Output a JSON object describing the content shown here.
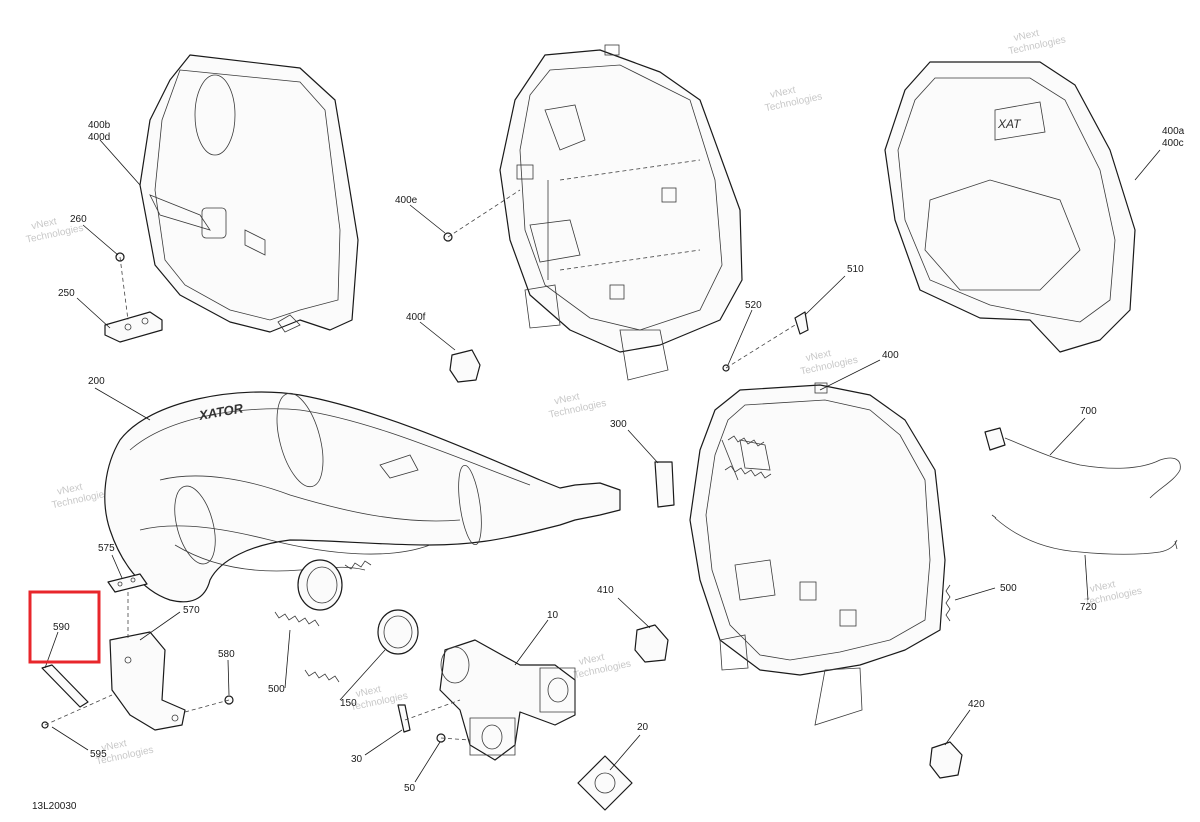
{
  "diagram_code": "13L20030",
  "highlight_color": "#e8262b",
  "watermark_lines": [
    "vNext",
    "Technologies"
  ],
  "callouts": {
    "c400b": "400b",
    "c400d": "400d",
    "c260": "260",
    "c250": "250",
    "c400e": "400e",
    "c400f": "400f",
    "c400a": "400a",
    "c400c": "400c",
    "c520": "520",
    "c510": "510",
    "c400": "400",
    "c200": "200",
    "c300": "300",
    "c700": "700",
    "c575": "575",
    "c570": "570",
    "c590": "590",
    "c580": "580",
    "c500a": "500",
    "c150": "150",
    "c410": "410",
    "c10": "10",
    "c500b": "500",
    "c720": "720",
    "c595": "595",
    "c30": "30",
    "c50": "50",
    "c20": "20",
    "c420": "420"
  }
}
